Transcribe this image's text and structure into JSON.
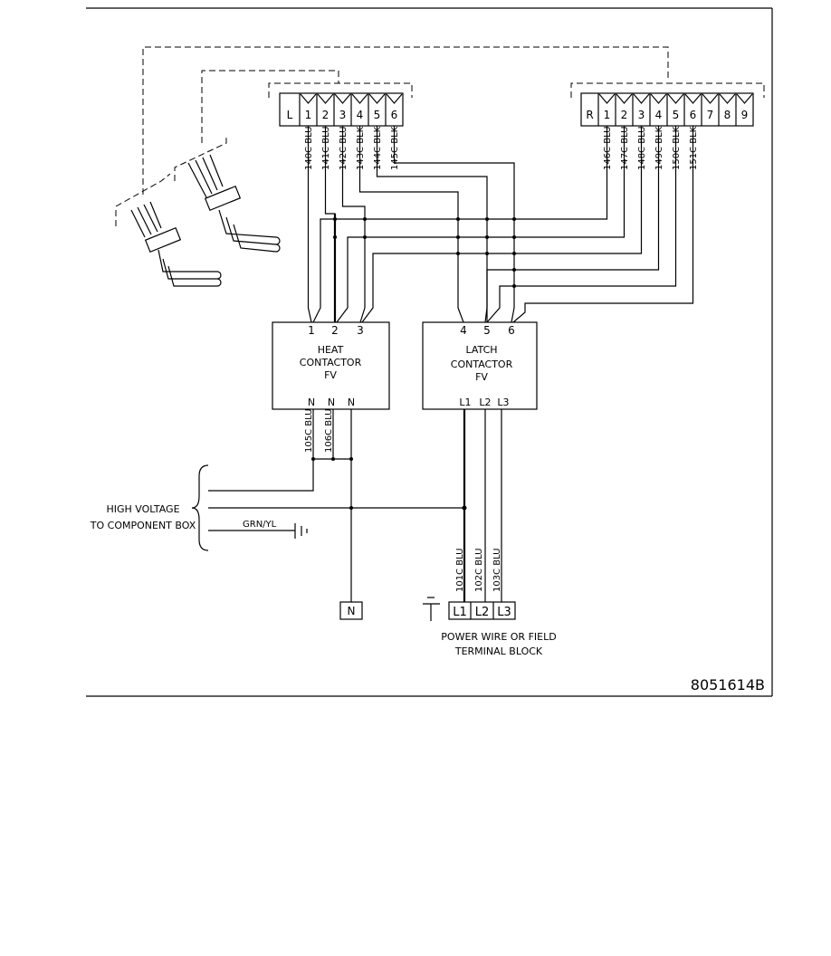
{
  "diagram": {
    "left_strip": {
      "head": "L",
      "pins": [
        "1",
        "2",
        "3",
        "4",
        "5",
        "6"
      ]
    },
    "right_strip": {
      "head": "R",
      "pins": [
        "1",
        "2",
        "3",
        "4",
        "5",
        "6",
        "7",
        "8",
        "9"
      ]
    },
    "left_wires": [
      "140C BLU",
      "141C BLU",
      "142C BLU",
      "143C BLK",
      "144C BLK",
      "145C BLK"
    ],
    "right_wires": [
      "146C BLU",
      "147C BLU",
      "148C BLU",
      "149C BLK",
      "150C BLK",
      "151C BLK"
    ],
    "heat": {
      "line1": "HEAT",
      "line2": "CONTACTOR",
      "line3": "FV",
      "top": [
        "1",
        "2",
        "3"
      ],
      "bottom": [
        "N",
        "N",
        "N"
      ]
    },
    "latch": {
      "line1": "LATCH",
      "line2": "CONTACTOR",
      "line3": "FV",
      "top": [
        "4",
        "5",
        "6"
      ],
      "bottom": [
        "L1",
        "L2",
        "L3"
      ]
    },
    "neutral_wires": [
      "105C BLU",
      "106C BLU"
    ],
    "power_wires": [
      "101C BLU",
      "102C BLU",
      "103C BLU"
    ],
    "high_voltage": {
      "line1": "HIGH VOLTAGE",
      "line2": "TO COMPONENT BOX"
    },
    "ground_label": "GRN/YL",
    "neutral_terminal": "N",
    "terminal_block": {
      "pins": [
        "L1",
        "L2",
        "L3"
      ],
      "line1": "POWER WIRE OR FIELD",
      "line2": "TERMINAL BLOCK"
    },
    "drawing_number": "8051614B"
  }
}
